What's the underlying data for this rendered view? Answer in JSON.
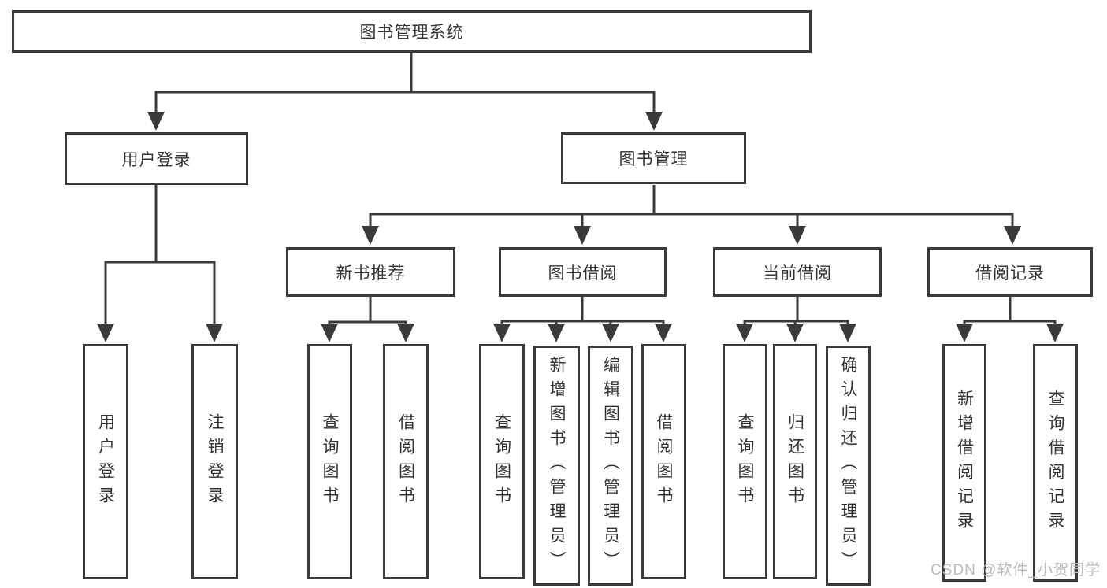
{
  "colors": {
    "background": "#ffffff",
    "line": "#3a3a3c",
    "box_border": "#3a3a3c",
    "box_fill": "#ffffff",
    "text": "#333333",
    "watermark": "#b9babc"
  },
  "diagram": {
    "type": "tree",
    "root": {
      "label": "图书管理系统"
    },
    "branches": [
      {
        "label": "用户登录",
        "children": [
          {
            "label": "用户登录"
          },
          {
            "label": "注销登录"
          }
        ]
      },
      {
        "label": "图书管理",
        "children": [
          {
            "label": "新书推荐",
            "children": [
              {
                "label": "查询图书"
              },
              {
                "label": "借阅图书"
              }
            ]
          },
          {
            "label": "图书借阅",
            "children": [
              {
                "label": "查询图书"
              },
              {
                "label": "新增图书（管理员）"
              },
              {
                "label": "编辑图书（管理员）"
              },
              {
                "label": "借阅图书"
              }
            ]
          },
          {
            "label": "当前借阅",
            "children": [
              {
                "label": "查询图书"
              },
              {
                "label": "归还图书"
              },
              {
                "label": "确认归还（管理员）"
              }
            ]
          },
          {
            "label": "借阅记录",
            "children": [
              {
                "label": "新增借阅记录"
              },
              {
                "label": "查询借阅记录"
              }
            ]
          }
        ]
      }
    ]
  },
  "watermark": {
    "text": "CSDN @软件_小贺同学"
  }
}
